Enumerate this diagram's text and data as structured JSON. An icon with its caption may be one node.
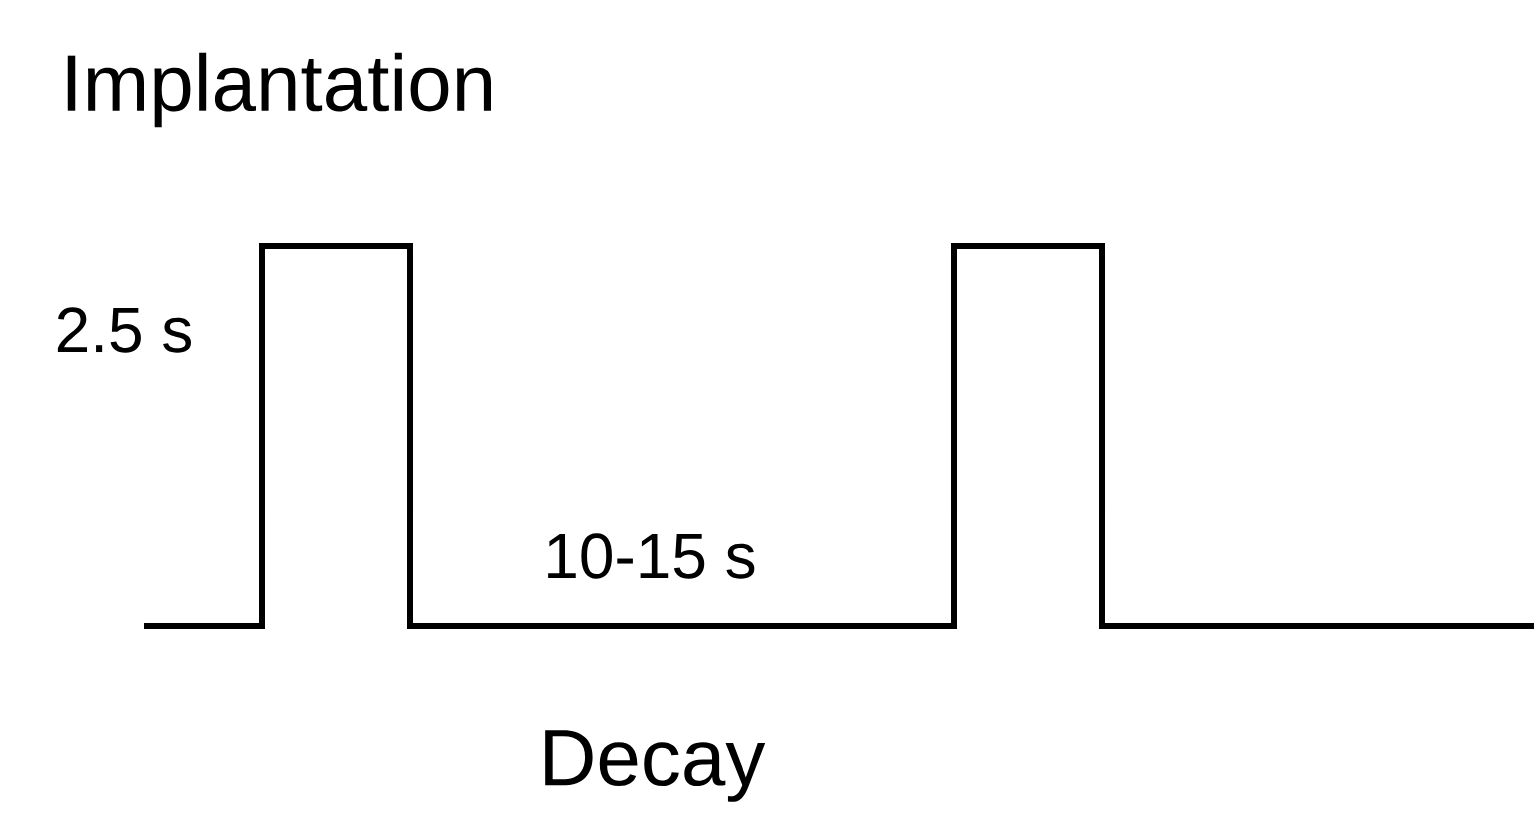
{
  "diagram": {
    "labels": [
      "Implantation",
      "2.5 s",
      "10-15 s",
      "Decay"
    ]
  }
}
